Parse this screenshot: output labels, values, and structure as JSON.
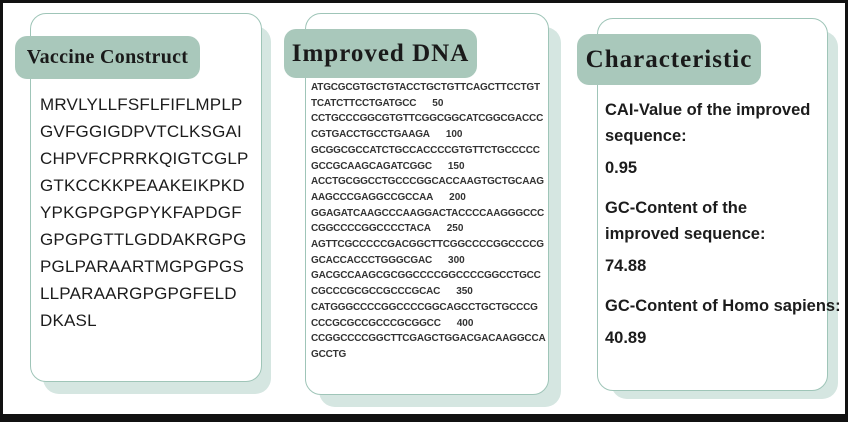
{
  "panels": {
    "vaccine": {
      "title": "Vaccine Construct",
      "lines": [
        "MRVLYLLFSFLFIFLMPLP",
        "GVFGGIGDPVTCLKSGAI",
        "CHPVFCPRRKQIGTCGLP",
        "GTKCCKKPEAAKEIKPKD",
        "YPKGPGPGPYKFAPDGF",
        "GPGPGTTLGDDAKRGPG",
        "PGLPARAARTMGPGPGS",
        "LLPARAARGPGPGFELD",
        "DKASL"
      ]
    },
    "dna": {
      "title": "Improved DNA",
      "lines": [
        {
          "seq": "ATGCGCGTGCTGTACCTGCTGTTCAGCTTCCTGT",
          "pos": ""
        },
        {
          "seq": "TCATCTTCCTGATGCC",
          "pos": "50"
        },
        {
          "seq": "CCTGCCCGGCGTGTTCGGCGGCATCGGCGACCC",
          "pos": ""
        },
        {
          "seq": "CGTGACCTGCCTGAAGA",
          "pos": "100"
        },
        {
          "seq": "GCGGCGCCATCTGCCACCCCGTGTTCTGCCCCC",
          "pos": ""
        },
        {
          "seq": "GCCGCAAGCAGATCGGC",
          "pos": "150"
        },
        {
          "seq": "ACCTGCGGCCTGCCCGGCACCAAGTGCTGCAAG",
          "pos": ""
        },
        {
          "seq": "AAGCCCGAGGCCGCCAA",
          "pos": "200"
        },
        {
          "seq": "GGAGATCAAGCCCAAGGACTACCCCAAGGGCCC",
          "pos": ""
        },
        {
          "seq": "CGGCCCCGGCCCCTACA",
          "pos": "250"
        },
        {
          "seq": "AGTTCGCCCCCGACGGCTTCGGCCCCGGCCCCG",
          "pos": ""
        },
        {
          "seq": "GCACCACCCTGGGCGAC",
          "pos": "300"
        },
        {
          "seq": "GACGCCAAGCGCGGCCCCGGCCCCGGCCTGCC",
          "pos": ""
        },
        {
          "seq": "CGCCCGCGCCGCCCGCAC",
          "pos": "350"
        },
        {
          "seq": "CATGGGCCCCGGCCCCGGCAGCCTGCTGCCCG",
          "pos": ""
        },
        {
          "seq": "CCCGCGCCGCCCGCGGCC",
          "pos": "400"
        },
        {
          "seq": "CCGGCCCCGGCTTCGAGCTGGACGACAAGGCCA",
          "pos": ""
        },
        {
          "seq": "GCCTG",
          "pos": ""
        }
      ]
    },
    "characteristic": {
      "title": "Characteristic",
      "items": [
        {
          "label": "CAI-Value of the improved sequence:",
          "value": "0.95"
        },
        {
          "label": "GC-Content of the improved sequence:",
          "value": "74.88"
        },
        {
          "label": "GC-Content of Homo sapiens:",
          "value": "40.89"
        }
      ]
    }
  },
  "colors": {
    "badge_fill": "#a9c8bb",
    "shadow_fill": "#d5e6e1",
    "card_border": "#9fc5b8",
    "frame_border": "#111111",
    "text": "#1c1c1c"
  }
}
